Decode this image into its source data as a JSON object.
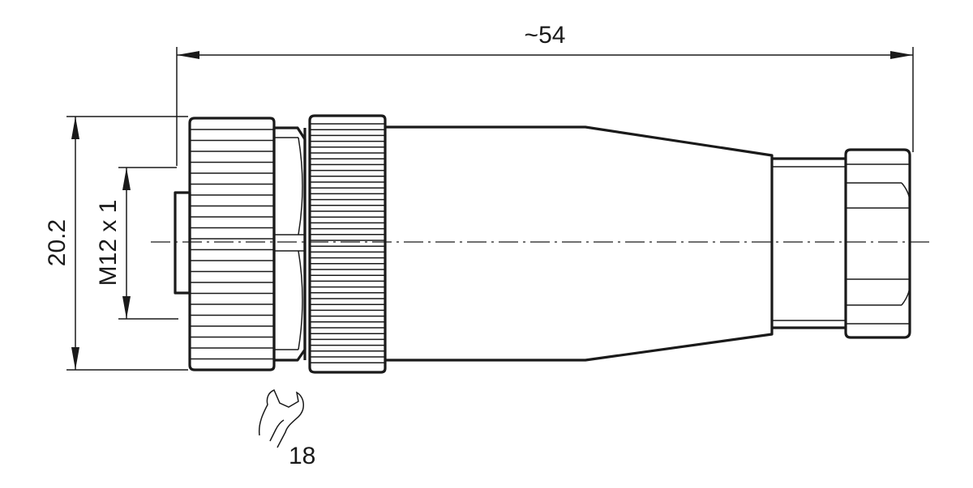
{
  "dimensions": {
    "overall_length": "~54",
    "diameter": "20.2",
    "thread": "M12 x 1",
    "wrench_size": "18"
  },
  "icons": {
    "wrench": "wrench-icon"
  }
}
